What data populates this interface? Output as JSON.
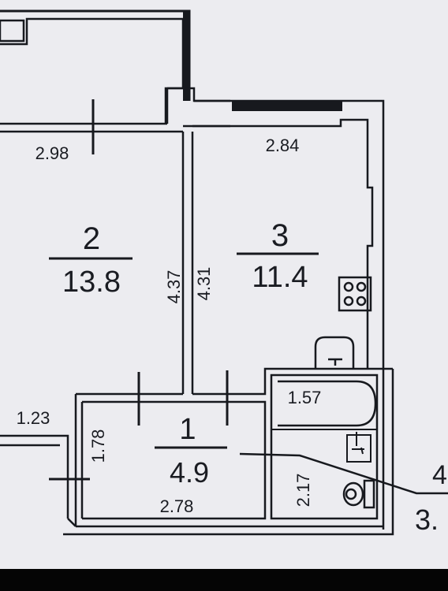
{
  "colors": {
    "background": "#ececf0",
    "wall": "#17191e",
    "text": "#1a1c22"
  },
  "rooms": [
    {
      "number": "2",
      "area": "13.8"
    },
    {
      "number": "3",
      "area": "11.4"
    },
    {
      "number": "1",
      "area": "4.9"
    }
  ],
  "dimensions": {
    "room2_width": "2.98",
    "room3_width": "2.84",
    "room2_depth": "4.37",
    "room3_depth": "4.31",
    "corridor_width": "1.23",
    "hall_depth": "1.78",
    "hall_width": "2.78",
    "bath_width": "1.57",
    "bath_depth": "2.17"
  },
  "callout": {
    "top_digit": "4",
    "bottom_value": "3."
  },
  "fixtures": [
    "stove-icon",
    "kitchen-sink-icon",
    "bathtub-icon",
    "washbasin-icon",
    "toilet-icon"
  ]
}
